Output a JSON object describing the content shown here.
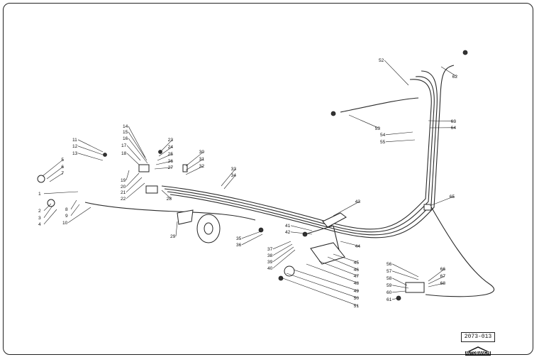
{
  "diagram": {
    "reference_code": "2073-013",
    "logo_text": "AUTOBIANCHI",
    "callouts": [
      "1",
      "2",
      "3",
      "4",
      "5",
      "6",
      "7",
      "8",
      "9",
      "10",
      "11",
      "12",
      "13",
      "14",
      "15",
      "16",
      "17",
      "18",
      "19",
      "20",
      "21",
      "22",
      "23",
      "24",
      "25",
      "26",
      "27",
      "28",
      "29",
      "30",
      "31",
      "32",
      "33",
      "34",
      "35",
      "36",
      "37",
      "38",
      "39",
      "40",
      "41",
      "42",
      "43",
      "44",
      "45",
      "46",
      "47",
      "48",
      "49",
      "50",
      "51",
      "52",
      "53",
      "54",
      "55",
      "56",
      "57",
      "58",
      "59",
      "60",
      "61",
      "62",
      "63",
      "64",
      "65",
      "66",
      "67",
      "68"
    ]
  },
  "colors": {
    "line": "#222222",
    "background": "#ffffff"
  }
}
